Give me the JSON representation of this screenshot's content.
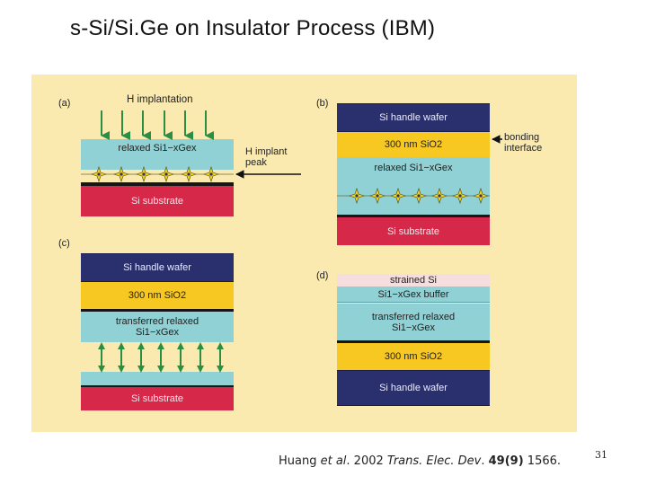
{
  "title": "s-Si/Si.Ge on Insulator Process (IBM)",
  "panels": {
    "a": {
      "label": "(a)",
      "arrow_caption": "H implantation",
      "layer_relaxed": "relaxed Si1−xGex",
      "layer_substrate": "Si substrate",
      "peak_label": "H implant peak"
    },
    "b": {
      "label": "(b)",
      "layer_handle": "Si handle wafer",
      "layer_oxide": "300 nm SiO2",
      "layer_relaxed": "relaxed Si1−xGex",
      "layer_substrate": "Si substrate",
      "bonding_label": "bonding interface"
    },
    "c": {
      "label": "(c)",
      "layer_handle": "Si handle wafer",
      "layer_oxide": "300 nm SiO2",
      "layer_transferred": "transferred relaxed Si1−xGex",
      "layer_substrate": "Si substrate"
    },
    "d": {
      "label": "(d)",
      "layer_strained": "strained Si",
      "layer_buffer": "Si1−xGex buffer",
      "layer_transferred": "transferred relaxed Si1−xGex",
      "layer_oxide": "300 nm SiO2",
      "layer_handle": "Si handle wafer"
    }
  },
  "footer": {
    "author": "Huang ",
    "etal": "et al",
    "year": ". 2002 ",
    "journal": "Trans. Elec. Dev",
    "dot": ". ",
    "volume": "49(9)",
    "page": " 1566."
  },
  "page_number": "31",
  "colors": {
    "background_panel": "#fbeab0",
    "handle_wafer": "#2a2f6e",
    "oxide": "#f7c722",
    "sige": "#8fd1d4",
    "substrate": "#d6294a",
    "strained_si": "#f6dede",
    "implant_arrow": "#2a8f45",
    "implant_star": "#f2d21c"
  },
  "icons": [
    "implant-arrow-icon",
    "hydrogen-star-icon",
    "pointer-arrow-icon",
    "double-arrow-icon"
  ]
}
